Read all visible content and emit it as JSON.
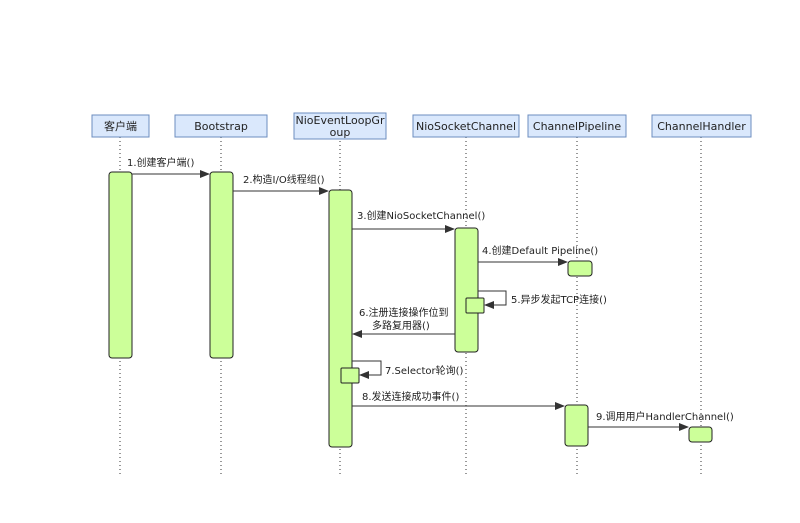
{
  "participants": [
    {
      "id": "client",
      "label": "客户端"
    },
    {
      "id": "bootstrap",
      "label": "Bootstrap"
    },
    {
      "id": "group",
      "label": "NioEventLoopGroup",
      "label_lines": [
        "NioEventLoopGr",
        "oup"
      ]
    },
    {
      "id": "socket",
      "label": "NioSocketChannel"
    },
    {
      "id": "pipeline",
      "label": "ChannelPipeline"
    },
    {
      "id": "handler",
      "label": "ChannelHandler"
    }
  ],
  "messages": [
    {
      "id": "m1",
      "label": "1.创建客户端()",
      "from": "client",
      "to": "bootstrap"
    },
    {
      "id": "m2",
      "label": "2.构造I/O线程组()",
      "from": "bootstrap",
      "to": "group"
    },
    {
      "id": "m3",
      "label": "3.创建NioSocketChannel()",
      "from": "group",
      "to": "socket"
    },
    {
      "id": "m4",
      "label": "4.创建Default Pipeline()",
      "from": "socket",
      "to": "pipeline"
    },
    {
      "id": "m5",
      "label": "5.异步发起TCP连接()",
      "from": "socket",
      "to": "socket"
    },
    {
      "id": "m6",
      "label": "6.注册连接操作位到 多路复用器()",
      "label_lines": [
        "6.注册连接操作位到",
        "多路复用器()"
      ],
      "from": "socket",
      "to": "group"
    },
    {
      "id": "m7",
      "label": "7.Selector轮询()",
      "from": "group",
      "to": "group"
    },
    {
      "id": "m8",
      "label": "8.发送连接成功事件()",
      "from": "group",
      "to": "pipeline"
    },
    {
      "id": "m9",
      "label": "9.调用用户HandlerChannel()",
      "from": "pipeline",
      "to": "handler"
    }
  ],
  "colors": {
    "header_fill": "#dae8fc",
    "header_stroke": "#6c8ebf",
    "activation_fill": "#ccff99",
    "activation_stroke": "#222222",
    "line": "#333333"
  }
}
